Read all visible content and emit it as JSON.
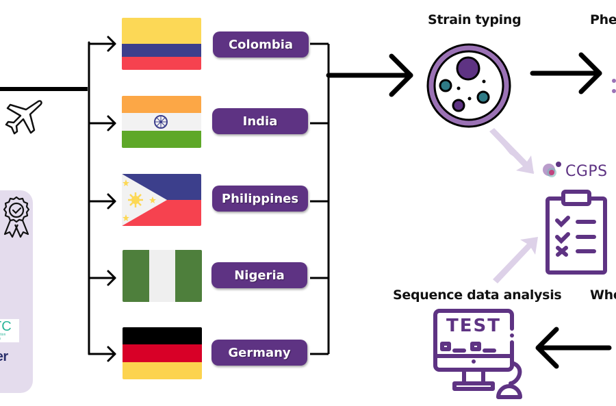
{
  "countries": [
    {
      "name": "Colombia"
    },
    {
      "name": "India"
    },
    {
      "name": "Philippines"
    },
    {
      "name": "Nigeria"
    },
    {
      "name": "Germany"
    }
  ],
  "steps": {
    "strain_typing": "Strain typing",
    "phenotyping_partial": "Phen",
    "sequence_analysis": "Sequence data analysis",
    "whole_genome_partial": "Who"
  },
  "logos": {
    "cgps": "CGPS",
    "atcc_partial": "TC",
    "atcc_sub_line1": "ollection",
    "atcc_sub_line2": "tures",
    "sponsor_partial": "ger"
  },
  "monitor_screen_text": "TEST",
  "colors": {
    "purple": "#5e3383",
    "light_purple": "#9b72b5",
    "pale_purple": "#ddd1e8",
    "panel_bg": "#e4dced",
    "teal": "#2f7b86",
    "atcc_green": "#2bb59a",
    "sponsor_navy": "#2a2f6b"
  }
}
